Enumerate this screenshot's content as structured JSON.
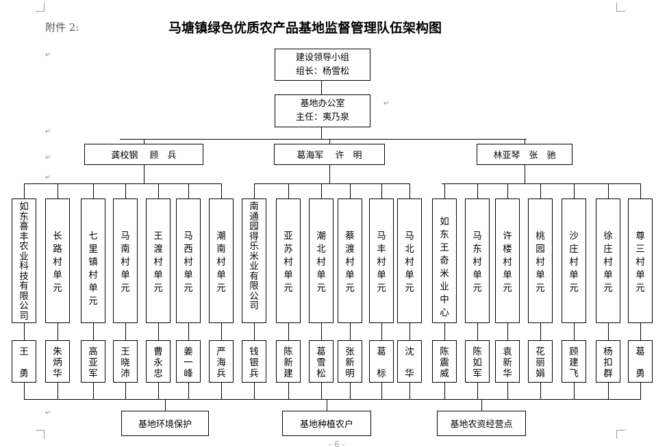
{
  "header": {
    "attachment": "附件 2:",
    "title": "马塘镇绿色优质农产品基地监督管理队伍架构图"
  },
  "top": {
    "leading_group": {
      "line1": "建设领导小组",
      "line2": "组长：杨雪松"
    },
    "office": {
      "line1": "基地办公室",
      "line2": "主任：夷乃泉"
    }
  },
  "groups": [
    {
      "leaders": "龚校钢　 顾　兵",
      "units": [
        {
          "name": "如东喜丰农业科技有限公司",
          "person": [
            "王",
            "",
            "勇"
          ]
        },
        {
          "name": "长路村单元",
          "person": [
            "朱",
            "炳",
            "华"
          ]
        },
        {
          "name": "七里镇村单元",
          "person": [
            "高",
            "亚",
            "军"
          ]
        },
        {
          "name": "马南村单元",
          "person": [
            "王",
            "晓",
            "沛"
          ]
        },
        {
          "name": "王渡村单元",
          "person": [
            "曹",
            "永",
            "忠"
          ]
        },
        {
          "name": "马西村单元",
          "person": [
            "姜",
            "一",
            "峰"
          ]
        },
        {
          "name": "潮南村单元",
          "person": [
            "严",
            "海",
            "兵"
          ]
        }
      ]
    },
    {
      "leaders": "葛海军　 许　明",
      "units": [
        {
          "name": "南通园得乐米业有限公司",
          "person": [
            "钱",
            "银",
            "兵"
          ]
        },
        {
          "name": "亚苏村单元",
          "person": [
            "陈",
            "新",
            "建"
          ]
        },
        {
          "name": "潮北村单元",
          "person": [
            "葛",
            "雪",
            "松"
          ]
        },
        {
          "name": "蔡渡村单元",
          "person": [
            "张",
            "新",
            "明"
          ]
        },
        {
          "name": "马丰村单元",
          "person": [
            "葛",
            "",
            "标"
          ]
        },
        {
          "name": "马北村单元",
          "person": [
            "沈",
            "",
            "华"
          ]
        }
      ]
    },
    {
      "leaders": "林亚琴　张　驰",
      "units": [
        {
          "name": "如东王奇米业中心",
          "person": [
            "陈",
            "震",
            "威"
          ]
        },
        {
          "name": "马东村单元",
          "person": [
            "陈",
            "如",
            "军"
          ]
        },
        {
          "name": "许楼村单元",
          "person": [
            "袁",
            "新",
            "华"
          ]
        },
        {
          "name": "桃园村单元",
          "person": [
            "花",
            "丽",
            "娟"
          ]
        },
        {
          "name": "沙庄村单元",
          "person": [
            "顾",
            "建",
            "飞"
          ]
        },
        {
          "name": "徐庄村单元",
          "person": [
            "杨",
            "扣",
            "群"
          ]
        },
        {
          "name": "尊三村单元",
          "person": [
            "葛",
            "",
            "勇"
          ]
        }
      ]
    }
  ],
  "bottom": [
    "基地环境保护",
    "基地种植农户",
    "基地农资经营点"
  ],
  "footer": {
    "page_number": "- 6 -"
  },
  "para_mark": "↵",
  "colors": {
    "attachment": "#555555",
    "page_number": "#aaaaaa",
    "mark": "#888888"
  }
}
